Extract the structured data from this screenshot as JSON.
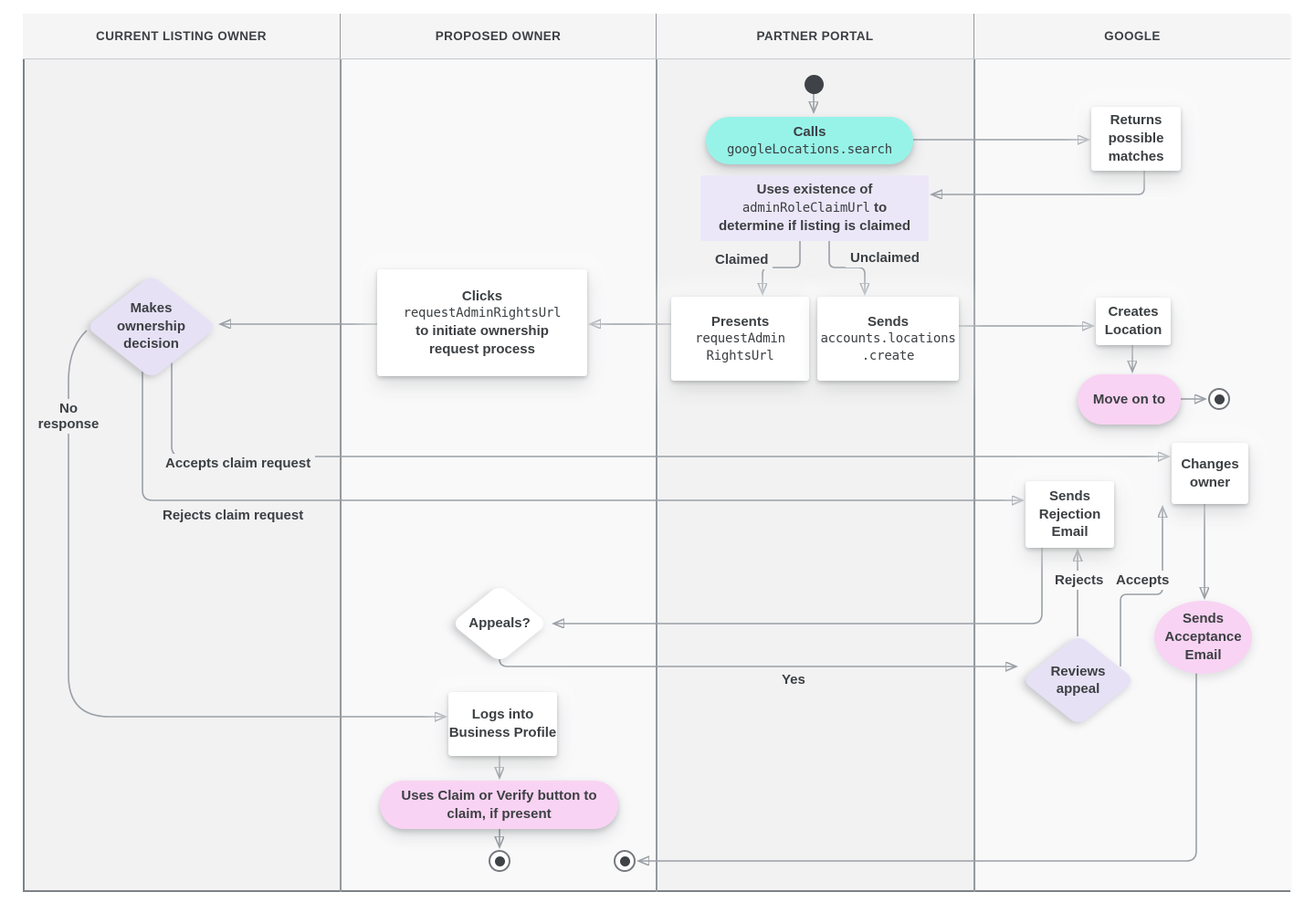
{
  "lanes": [
    {
      "label": "CURRENT LISTING OWNER"
    },
    {
      "label": "PROPOSED OWNER"
    },
    {
      "label": "PARTNER PORTAL"
    },
    {
      "label": "GOOGLE"
    }
  ],
  "nodes": {
    "calls": {
      "title": "Calls",
      "code": "googleLocations.search"
    },
    "returns_matches": {
      "text": "Returns possible matches"
    },
    "uses_existence": {
      "line1": "Uses existence of",
      "code": "adminRoleClaimUrl",
      "line2_suffix": " to",
      "line3": "determine if listing is claimed"
    },
    "presents": {
      "title": "Presents",
      "code_line1": "requestAdmin",
      "code_line2": "RightsUrl"
    },
    "sends_create": {
      "title": "Sends",
      "code_line1": "accounts.locations",
      "code_line2": ".create"
    },
    "clicks": {
      "title": "Clicks",
      "code": "requestAdminRightsUrl",
      "line3": "to initiate ownership",
      "line4": "request process"
    },
    "makes_decision": {
      "text": "Makes ownership decision"
    },
    "creates_location": {
      "text": "Creates Location"
    },
    "move_on": {
      "text": "Move on to"
    },
    "sends_rejection": {
      "text": "Sends Rejection Email"
    },
    "changes_owner": {
      "text": "Changes owner"
    },
    "sends_acceptance": {
      "text": "Sends Acceptance Email"
    },
    "appeals": {
      "text": "Appeals?"
    },
    "reviews_appeal": {
      "text": "Reviews appeal"
    },
    "logs_in": {
      "text": "Logs into Business Profile"
    },
    "claim_verify": {
      "text": "Uses Claim or Verify button to claim, if present"
    }
  },
  "edge_labels": {
    "claimed": "Claimed",
    "unclaimed": "Unclaimed",
    "no_response": "No response",
    "accepts_claim": "Accepts claim request",
    "rejects_claim": "Rejects claim request",
    "rejects": "Rejects",
    "accepts": "Accepts",
    "yes": "Yes"
  },
  "colors": {
    "teal": "#97F3E8",
    "pink": "#F9D3F3",
    "lavender": "#E7E1F6",
    "lilac_box": "#ECE7F8",
    "line": "#9AA0A6",
    "arrow": "#7A7F84",
    "text": "#3C4043",
    "lane_gray": "#F2F2F3",
    "lane_light": "#F9F9FA",
    "header_bg": "#F5F5F6",
    "node_dark": "#3F4246"
  }
}
